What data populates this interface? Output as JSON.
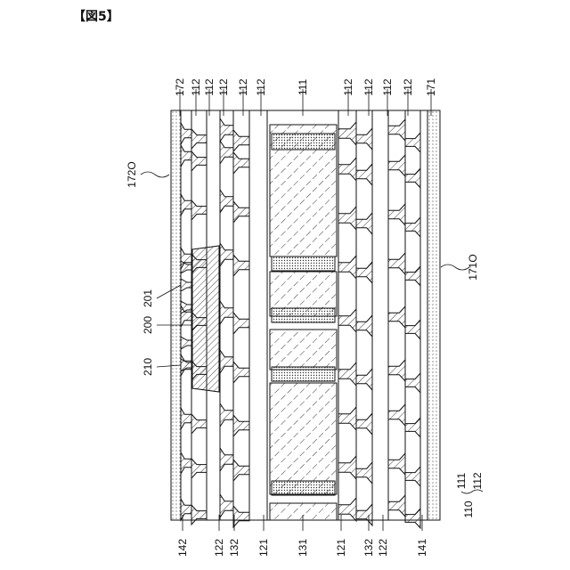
{
  "figure": {
    "title": "【図5】"
  },
  "labels": {
    "top": [
      "172",
      "112",
      "112",
      "112",
      "112",
      "112",
      "111",
      "112",
      "112",
      "112",
      "112",
      "171"
    ],
    "bottom": [
      "142",
      "122",
      "132",
      "121",
      "131",
      "121",
      "132",
      "122",
      "141"
    ],
    "side_172O": "172O",
    "side_171O": "171O",
    "side_200": "200",
    "side_201": "201",
    "side_210": "210",
    "side_110": "110",
    "side_111": "111",
    "side_112": "112"
  }
}
